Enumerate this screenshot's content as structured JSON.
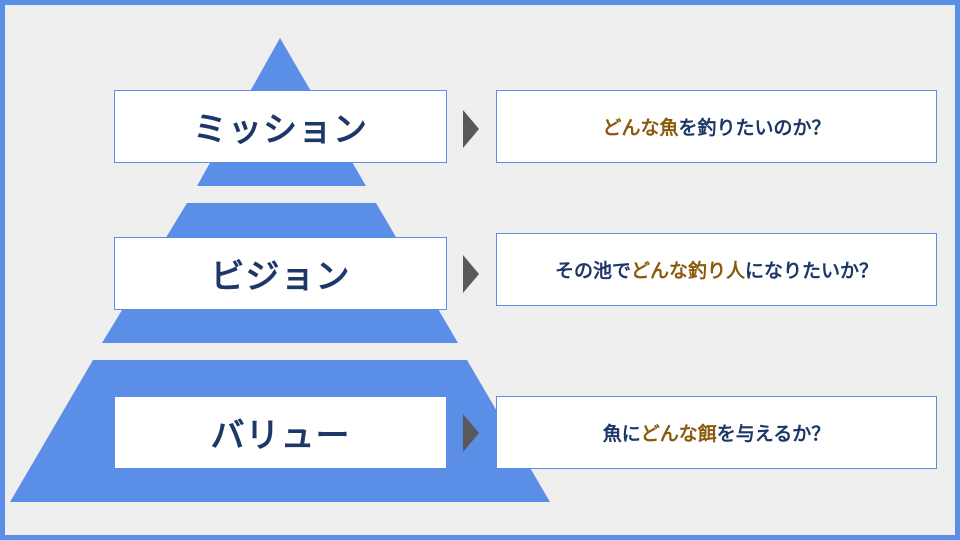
{
  "colors": {
    "background": "#efefef",
    "frame": "#5b8ee6",
    "pyramid": "#5b8ee6",
    "label_text": "#1c3768",
    "highlight_text": "#8a5a0d",
    "arrow": "#595959"
  },
  "levels": [
    {
      "label": "ミッション",
      "arrow_icon": "triangle-right-icon",
      "question": [
        {
          "text": "どんな魚",
          "highlight": true
        },
        {
          "text": "を釣りたいのか？",
          "highlight": false
        }
      ]
    },
    {
      "label": "ビジョン",
      "arrow_icon": "triangle-right-icon",
      "question": [
        {
          "text": "その池で",
          "highlight": false
        },
        {
          "text": "どんな釣り人",
          "highlight": true
        },
        {
          "text": "になりたいか？",
          "highlight": false
        }
      ]
    },
    {
      "label": "バリュー",
      "arrow_icon": "triangle-right-icon",
      "question": [
        {
          "text": "魚に",
          "highlight": false
        },
        {
          "text": "どんな餌",
          "highlight": true
        },
        {
          "text": "を与えるか？",
          "highlight": false
        }
      ]
    }
  ]
}
